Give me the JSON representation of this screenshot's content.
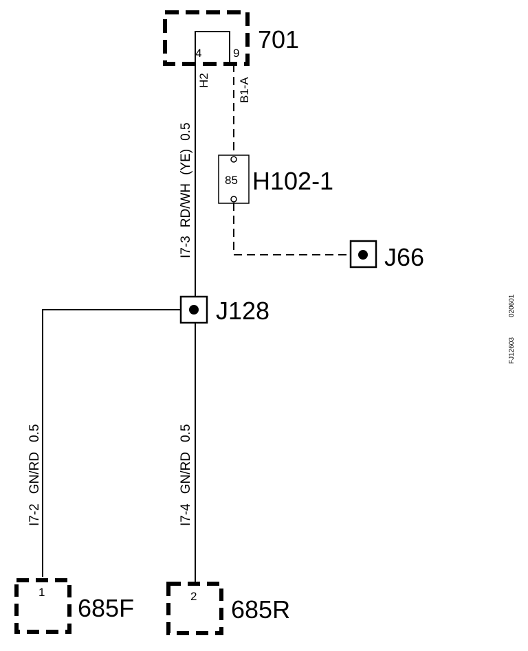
{
  "components": {
    "c701": {
      "label": "701",
      "pin_left": "4",
      "pin_right": "9",
      "term_left": "H2",
      "term_right": "B1-A"
    },
    "h102": {
      "label": "H102-1",
      "pin": "85"
    },
    "j66": {
      "label": "J66"
    },
    "j128": {
      "label": "J128"
    },
    "c685f": {
      "label": "685F",
      "pin": "1"
    },
    "c685r": {
      "label": "685R",
      "pin": "2"
    }
  },
  "wires": {
    "w_top": {
      "id": "I7-3",
      "color": "RD/WH",
      "alt_color": "(YE)",
      "size": "0.5"
    },
    "w_left": {
      "id": "I7-2",
      "color": "GN/RD",
      "size": "0.5"
    },
    "w_right": {
      "id": "I7-4",
      "color": "GN/RD",
      "size": "0.5"
    }
  },
  "footer": {
    "figure_id": "FJ12603",
    "date_code": "020601"
  }
}
